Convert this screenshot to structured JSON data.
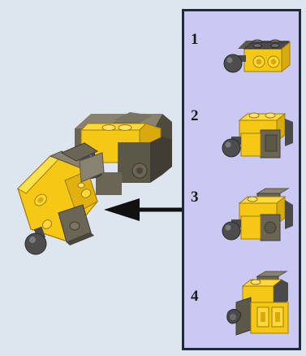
{
  "steps": [
    {
      "number": "1",
      "icon": "step-1-assembly-icon"
    },
    {
      "number": "2",
      "icon": "step-2-assembly-icon"
    },
    {
      "number": "3",
      "icon": "step-3-assembly-icon"
    },
    {
      "number": "4",
      "icon": "step-4-assembly-icon"
    }
  ],
  "colors": {
    "panel_background": "#c9c9f4",
    "panel_border": "#1f2a3a",
    "page_background": "#dde6ef",
    "brick_yellow": "#f5c816",
    "brick_yellow_dark": "#c99a10",
    "brick_gray": "#6b6555",
    "brick_dark_gray": "#4a4a4a",
    "arrow": "#111111"
  }
}
